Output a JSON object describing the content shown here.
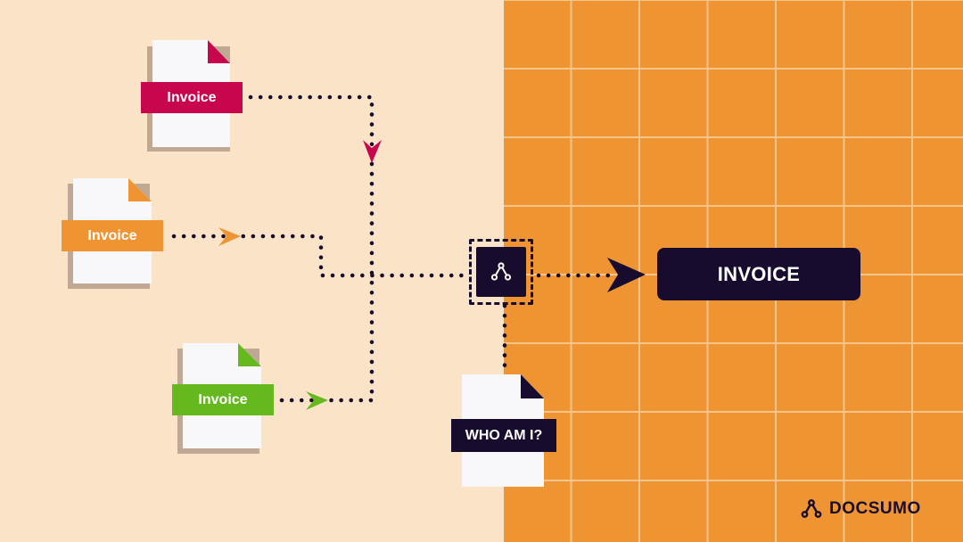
{
  "documents": [
    {
      "label": "Invoice",
      "color": "#c8064e"
    },
    {
      "label": "Invoice",
      "color": "#ef9432"
    },
    {
      "label": "Invoice",
      "color": "#65b81e"
    }
  ],
  "unknown_document": {
    "label": "WHO AM I?",
    "color": "#170c2e"
  },
  "engine": {
    "icon": "docsumo-logo-icon"
  },
  "result": {
    "label": "INVOICE"
  },
  "brand": {
    "name": "DOCSUMO"
  },
  "colors": {
    "background": "#fbe3c8",
    "grid_panel": "#ef9432",
    "grid_lines": "#f7c589",
    "dark": "#170c2e"
  }
}
